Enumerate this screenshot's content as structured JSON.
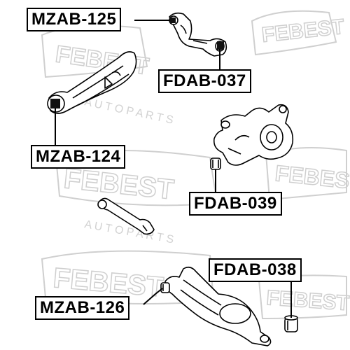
{
  "watermark": {
    "brand_text": "FEBEST",
    "tagline_text": "A U T O   P A R T S"
  },
  "labels": {
    "mzab_125": "MZAB-125",
    "fdab_037": "FDAB-037",
    "mzab_124": "MZAB-124",
    "fdab_039": "FDAB-039",
    "fdab_038": "FDAB-038",
    "mzab_126": "MZAB-126"
  },
  "colors": {
    "line": "#000000",
    "watermark": "#c8c8c8",
    "part_fill": "#ffffff",
    "bushing_fill": "#111111"
  }
}
